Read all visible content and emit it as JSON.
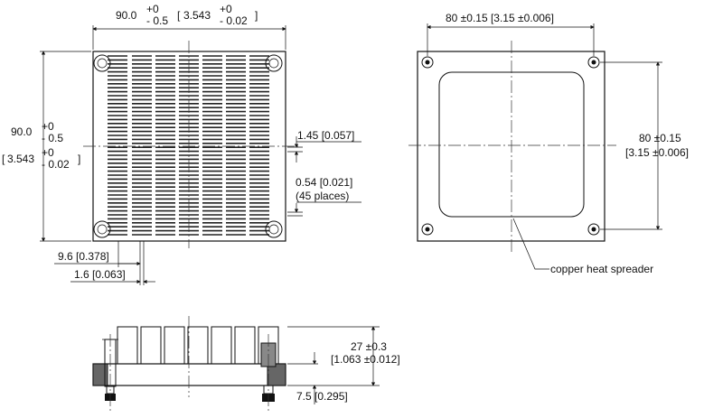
{
  "top_view": {
    "width_dim": {
      "nominal": "90.0",
      "tol_plus": "+0",
      "tol_minus": "- 0.5",
      "inch_nominal": "3.543",
      "inch_tol_plus": "+0",
      "inch_tol_minus": "- 0.02"
    },
    "height_dim": {
      "nominal": "90.0",
      "tol_plus": "+0",
      "tol_minus": "- 0.5",
      "inch_nominal": "3.543",
      "inch_tol_plus": "+0",
      "inch_tol_minus": "- 0.02"
    },
    "fin_pitch_dim": "1.45 [0.057]",
    "fin_thickness_dim": "0.54 [0.021]",
    "fin_count_note": "(45 places)",
    "offset_dim_1": "9.6 [0.378]",
    "offset_dim_2": "1.6 [0.063]"
  },
  "bottom_view": {
    "hole_spacing_x": "80 ±0.15 [3.15 ±0.006]",
    "hole_spacing_y_mm": "80 ±0.15",
    "hole_spacing_y_in": "[3.15 ±0.006]",
    "spreader_label": "copper heat spreader"
  },
  "side_view": {
    "height_dim_mm": "27 ±0.3",
    "height_dim_in": "[1.063 ±0.012]",
    "base_dim": "7.5 [0.295]"
  }
}
